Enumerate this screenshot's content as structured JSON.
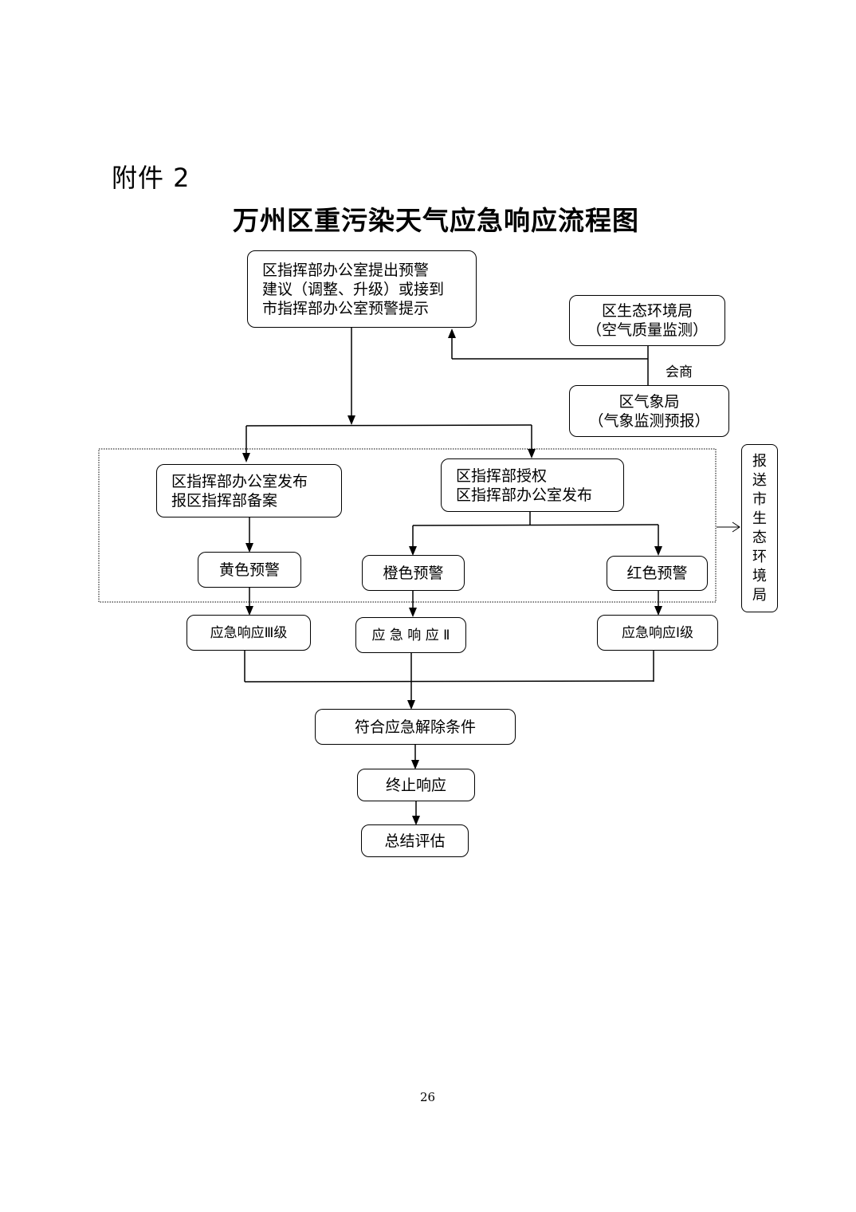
{
  "document": {
    "annex_label": "附件 2",
    "title": "万州区重污染天气应急响应流程图",
    "page_number": "26"
  },
  "flowchart": {
    "start": {
      "lines": [
        "区指挥部办公室提出预警",
        "建议（调整、升级）或接到",
        "市指挥部办公室预警提示"
      ]
    },
    "eco_bureau": {
      "lines": [
        "区生态环境局",
        "（空气质量监测）"
      ]
    },
    "weather_bureau": {
      "lines": [
        "区气象局",
        "（气象监测预报）"
      ]
    },
    "consult_label": "会商",
    "yellow_issuer": {
      "lines": [
        "区指挥部办公室发布",
        "报区指挥部备案"
      ]
    },
    "orange_red_issuer": {
      "lines": [
        "区指挥部授权",
        "区指挥部办公室发布"
      ]
    },
    "report_city": {
      "chars": [
        "报",
        "送",
        "市",
        "生",
        "态",
        "环",
        "境",
        "局"
      ]
    },
    "warnings": {
      "yellow": "黄色预警",
      "orange": "橙色预警",
      "red": "红色预警"
    },
    "responses": {
      "level3": "应急响应Ⅲ级",
      "level2": "应 急 响 应 Ⅱ",
      "level1": "应急响应Ⅰ级"
    },
    "lift_condition": "符合应急解除条件",
    "terminate": "终止响应",
    "evaluate": "总结评估"
  }
}
